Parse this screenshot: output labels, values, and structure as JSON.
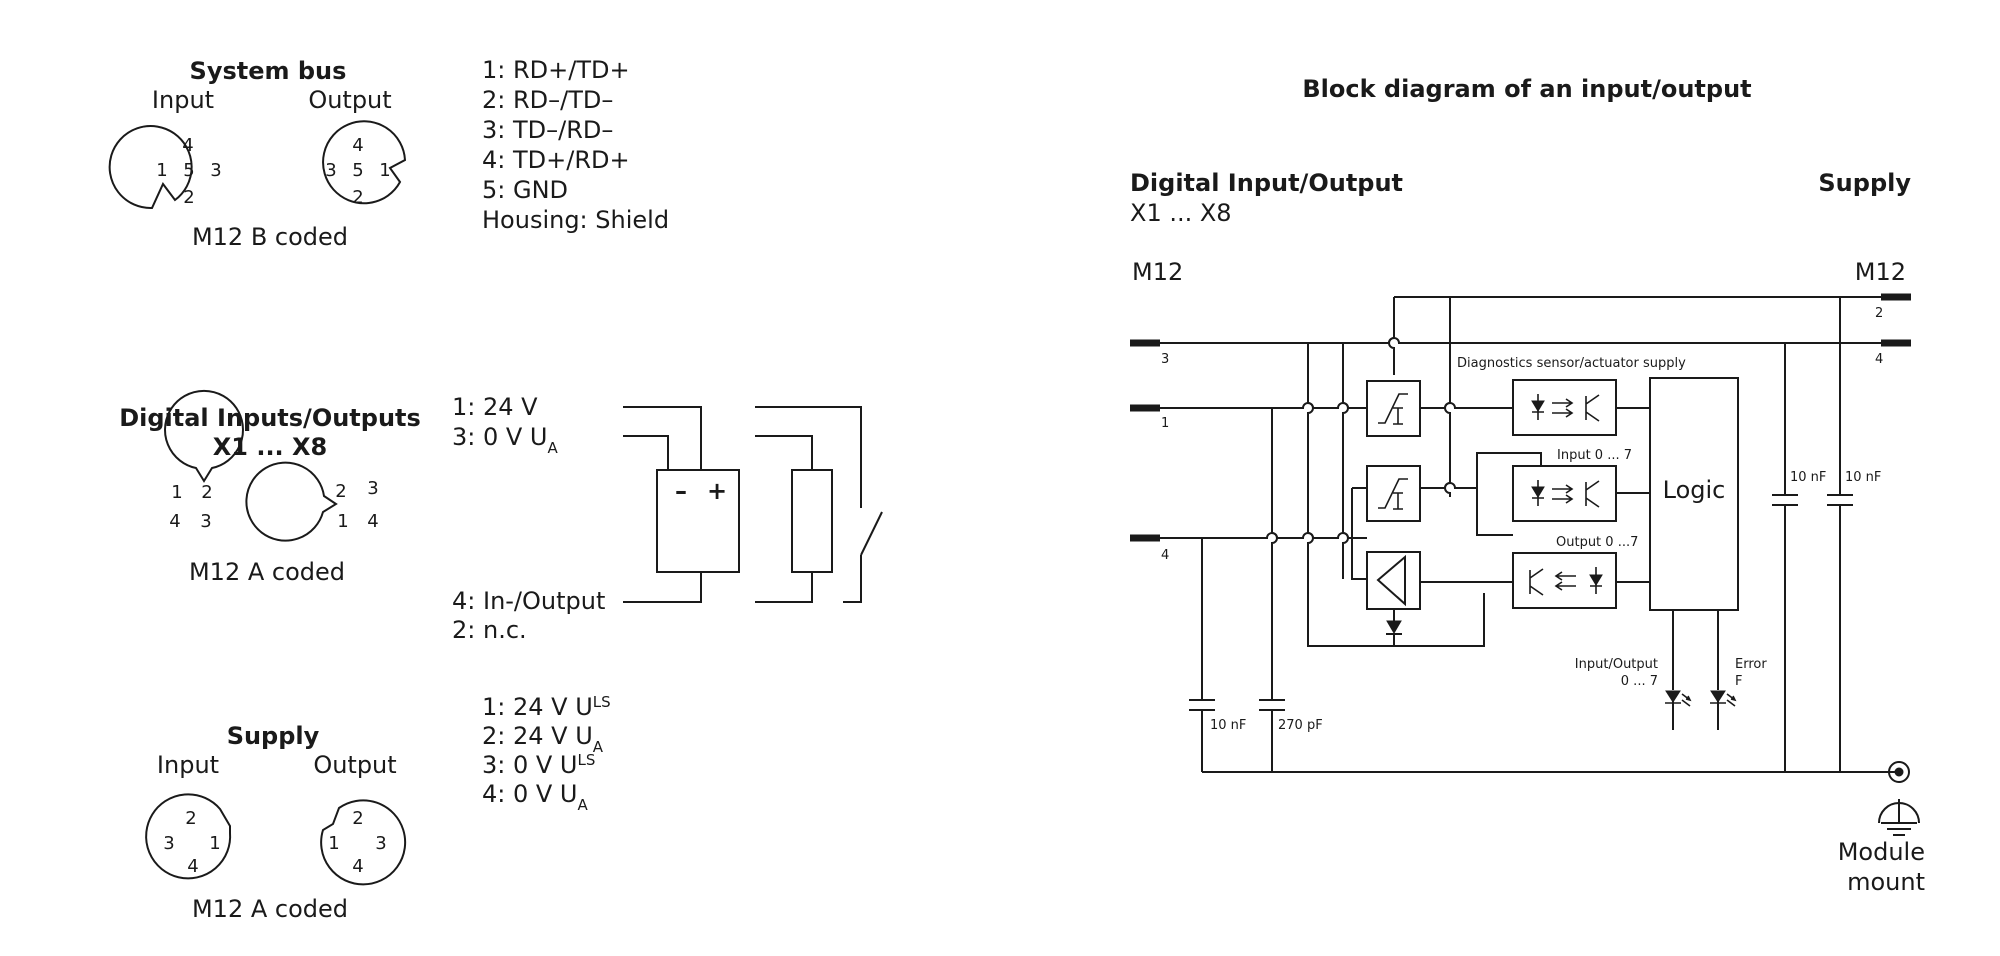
{
  "system_bus": {
    "title": "System bus",
    "input_label": "Input",
    "output_label": "Output",
    "connector_type": "M12 B coded",
    "input_pins": [
      "4",
      "1",
      "5",
      "3",
      "2"
    ],
    "output_pins": [
      "4",
      "3",
      "5",
      "1",
      "2"
    ],
    "pinout": [
      "1: RD+/TD+",
      "2: RD–/TD–",
      "3: TD–/RD–",
      "4: TD+/RD+",
      "5: GND",
      "Housing: Shield"
    ]
  },
  "digital_io": {
    "title_line1": "Digital Inputs/Outputs",
    "title_line2": "X1 ... X8",
    "connector_type": "M12 A coded",
    "left_pins": [
      "1",
      "2",
      "4",
      "3"
    ],
    "right_pins": [
      "2",
      "3",
      "1",
      "4"
    ],
    "pin_24v": "1: 24 V",
    "pin_0v": "3: 0 V U",
    "pin_0v_sub": "A",
    "pin_inout": "4: In-/Output",
    "pin_nc": "2: n.c.",
    "minus": "–",
    "plus": "+"
  },
  "supply": {
    "title": "Supply",
    "input_label": "Input",
    "output_label": "Output",
    "connector_type": "M12 A coded",
    "input_pins": [
      "2",
      "3",
      "1",
      "4"
    ],
    "output_pins": [
      "2",
      "1",
      "3",
      "4"
    ],
    "pinout": [
      {
        "main": "1: 24 V U",
        "sub": "LS"
      },
      {
        "main": "2: 24 V U",
        "sub": "A"
      },
      {
        "main": "3: 0 V U",
        "sub": "LS"
      },
      {
        "main": "4: 0 V U",
        "sub": "A"
      }
    ]
  },
  "block_diagram": {
    "title": "Block diagram of an input/output",
    "left_title": "Digital Input/Output",
    "left_subtitle": "X1 ... X8",
    "right_title": "Supply",
    "left_connector": "M12",
    "right_connector": "M12",
    "left_terminals": [
      "3",
      "1",
      "4"
    ],
    "right_terminals": [
      "2",
      "4"
    ],
    "diag_label": "Diagnostics sensor/actuator supply",
    "input_label": "Input 0 ... 7",
    "output_label": "Output 0 ...7",
    "logic_label": "Logic",
    "cap_labels": [
      "10 nF",
      "270 pF",
      "10 nF",
      "10 nF"
    ],
    "led_io_line1": "Input/Output",
    "led_io_line2": "0 ... 7",
    "led_err_line1": "Error",
    "led_err_line2": "F",
    "mount_line1": "Module",
    "mount_line2": "mount"
  }
}
